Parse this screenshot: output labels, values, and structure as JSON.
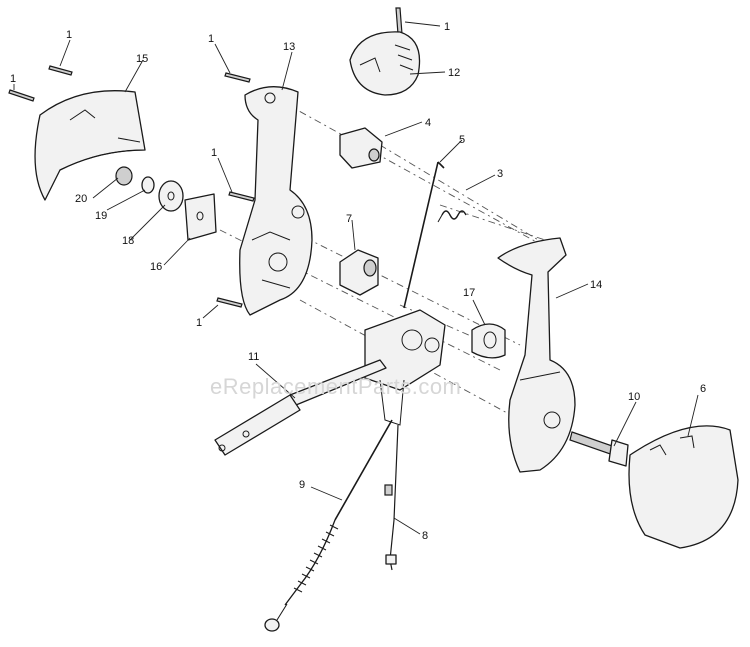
{
  "watermark": "eReplacementParts.com",
  "callouts": [
    {
      "id": "c1a",
      "label": "1"
    },
    {
      "id": "c1b",
      "label": "1"
    },
    {
      "id": "c1c",
      "label": "1"
    },
    {
      "id": "c1d",
      "label": "1"
    },
    {
      "id": "c1e",
      "label": "1"
    },
    {
      "id": "c1f",
      "label": "1"
    },
    {
      "id": "c3",
      "label": "3"
    },
    {
      "id": "c4",
      "label": "4"
    },
    {
      "id": "c5",
      "label": "5"
    },
    {
      "id": "c6",
      "label": "6"
    },
    {
      "id": "c7",
      "label": "7"
    },
    {
      "id": "c8",
      "label": "8"
    },
    {
      "id": "c9",
      "label": "9"
    },
    {
      "id": "c10",
      "label": "10"
    },
    {
      "id": "c11",
      "label": "11"
    },
    {
      "id": "c12",
      "label": "12"
    },
    {
      "id": "c13",
      "label": "13"
    },
    {
      "id": "c14",
      "label": "14"
    },
    {
      "id": "c15",
      "label": "15"
    },
    {
      "id": "c16",
      "label": "16"
    },
    {
      "id": "c17",
      "label": "17"
    },
    {
      "id": "c18",
      "label": "18"
    },
    {
      "id": "c19",
      "label": "19"
    },
    {
      "id": "c20",
      "label": "20"
    }
  ]
}
